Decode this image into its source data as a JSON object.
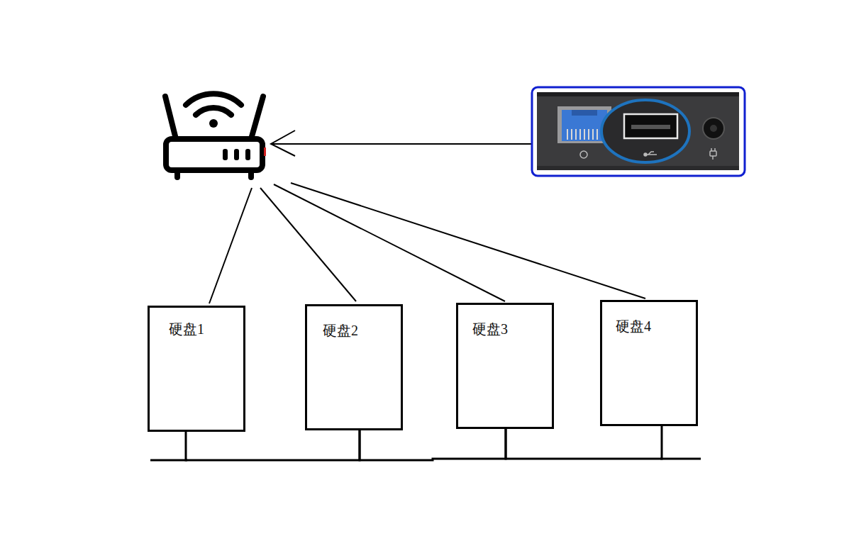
{
  "diagram": {
    "nodes": [
      {
        "text": [
          "硬盘1"
        ]
      },
      {
        "text": [
          "硬盘2"
        ]
      },
      {
        "text": [
          "硬盘3"
        ]
      },
      {
        "text": [
          "硬盘4"
        ]
      }
    ],
    "edges": [
      {
        "from": 0,
        "to": 1,
        "arrow": "none"
      },
      {
        "from": 1,
        "to": 2,
        "arrow": "none"
      },
      {
        "from": 2,
        "to": 3,
        "arrow": "none"
      }
    ]
  }
}
